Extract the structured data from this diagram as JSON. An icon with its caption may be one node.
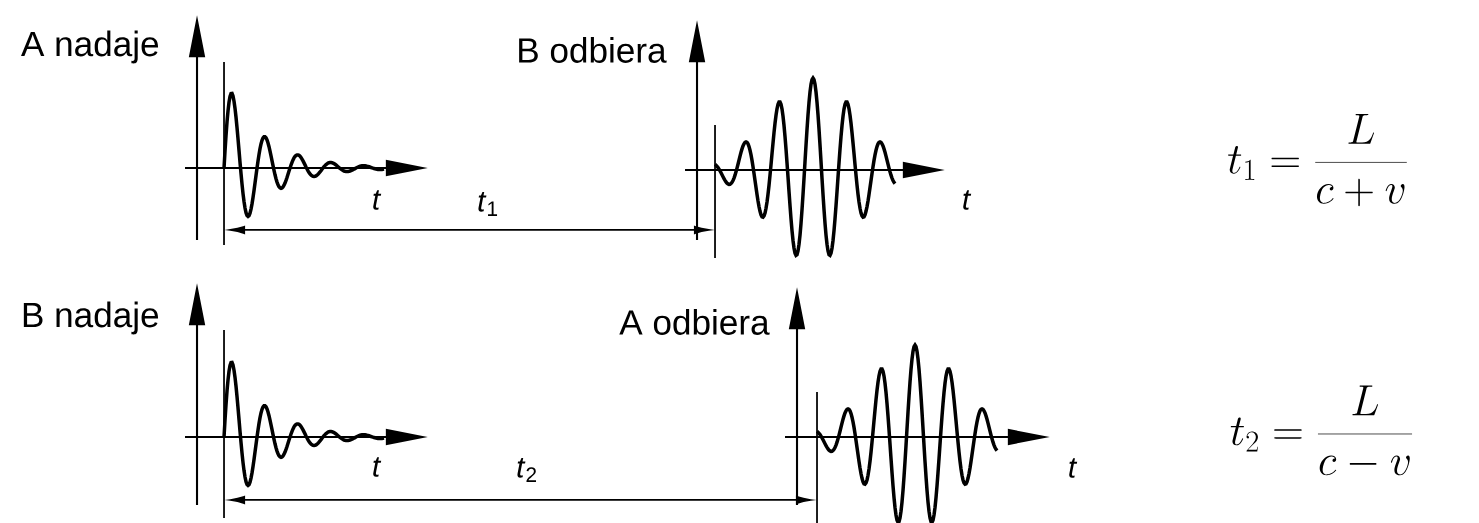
{
  "diagram": {
    "labels": [
      "A nadaje",
      "B odbiera",
      "t",
      "*t*$_{1}$",
      "t",
      "t_1=\\frac{L}{c+v}",
      "B nadaje",
      "A odbiera",
      "t",
      "*t*$_{2}$",
      "t",
      "t_2=\\frac{L}{c-v}"
    ]
  }
}
